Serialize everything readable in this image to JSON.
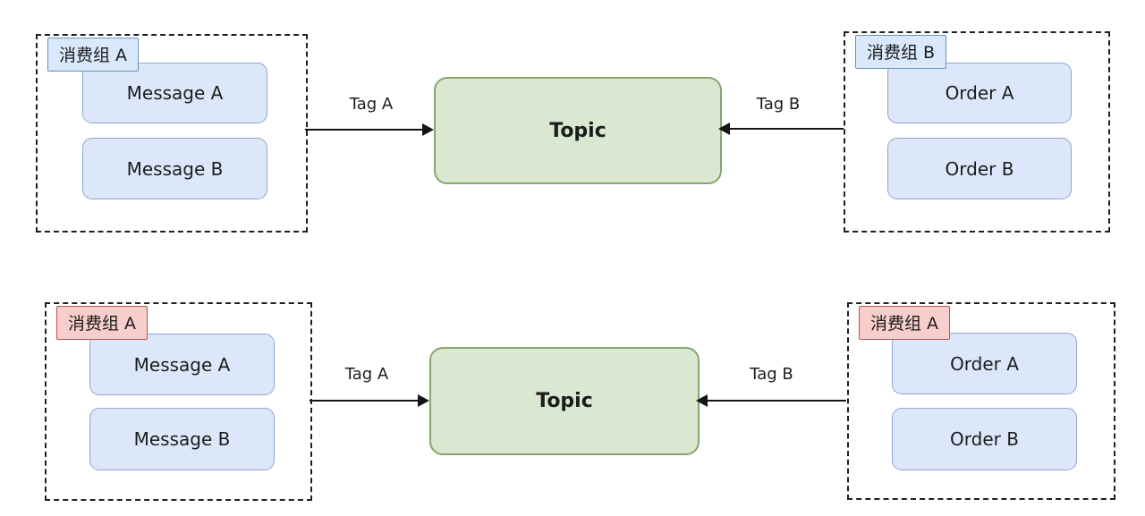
{
  "page": {
    "background": "#ffffff"
  },
  "colors": {
    "node_fill": "#dce8fa",
    "node_border": "#8ea5d4",
    "topic_fill": "#dae7d1",
    "topic_border": "#86a66b",
    "badge_blue_fill": "#dae8fc",
    "badge_blue_border": "#6c8ebf",
    "badge_red_fill": "#f8cecc",
    "badge_red_border": "#b85450",
    "line": "#141414",
    "text": "#1c1c1c"
  },
  "rows": [
    {
      "left_group": {
        "label": "消费组 A",
        "badge_style": "blue",
        "items": [
          "Message A",
          "Message B"
        ]
      },
      "topic_label": "Topic",
      "left_arrow": {
        "label": "Tag A",
        "direction": "right"
      },
      "right_arrow": {
        "label": "Tag B",
        "direction": "left"
      },
      "right_group": {
        "label": "消费组 B",
        "badge_style": "blue",
        "items": [
          "Order A",
          "Order B"
        ]
      }
    },
    {
      "left_group": {
        "label": "消费组 A",
        "badge_style": "red",
        "items": [
          "Message A",
          "Message B"
        ]
      },
      "topic_label": "Topic",
      "left_arrow": {
        "label": "Tag A",
        "direction": "right"
      },
      "right_arrow": {
        "label": "Tag B",
        "direction": "left"
      },
      "right_group": {
        "label": "消费组 A",
        "badge_style": "red",
        "items": [
          "Order A",
          "Order B"
        ]
      }
    }
  ]
}
